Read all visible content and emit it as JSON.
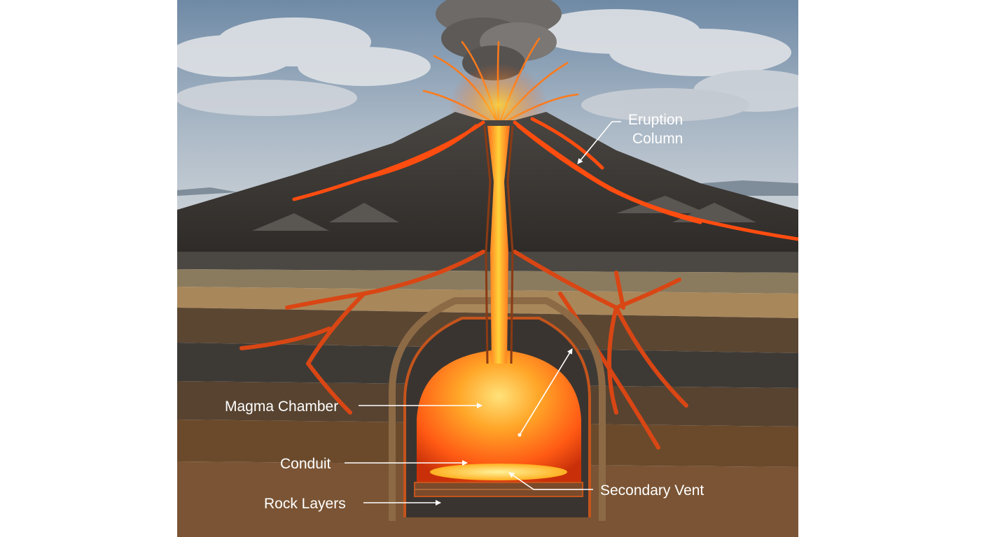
{
  "labels": {
    "eruption_column_line1": "Eruption",
    "eruption_column_line2": "Column",
    "magma_chamber": "Magma Chamber",
    "conduit": "Conduit",
    "rock_layers": "Rock Layers",
    "secondary_vent": "Secondary Vent"
  },
  "colors": {
    "sky_top": "#7d96b0",
    "cloud": "#d9dde2",
    "lava": "#ff5a14",
    "lava_hot": "#ffd23a",
    "rock_dark": "#3d3a36",
    "rock_tan": "#a8875a",
    "rock_brown": "#6b4a2c",
    "label_text": "#ffffff"
  }
}
